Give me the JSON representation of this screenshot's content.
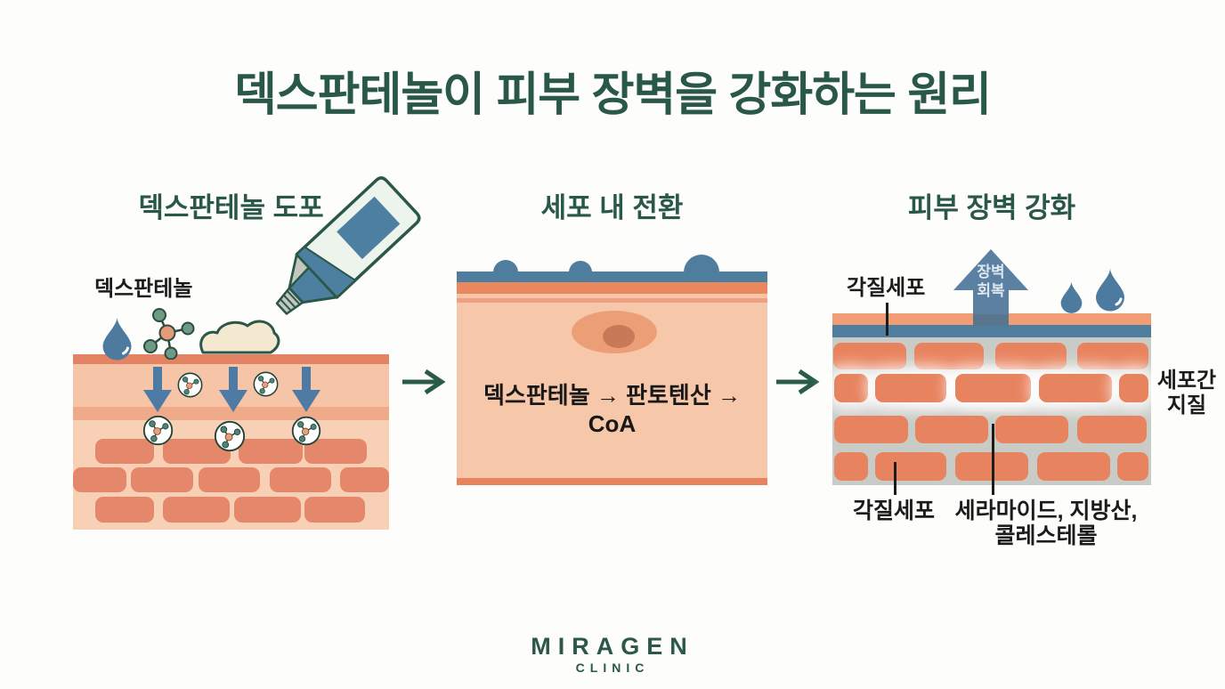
{
  "title": "덱스판테놀이 피부 장벽을 강화하는 원리",
  "panels": {
    "apply": {
      "header": "덱스판테놀 도포",
      "molecule_label": "덱스판테놀"
    },
    "convert": {
      "header": "세포 내 전환",
      "reaction": "덱스판테놀 → 판토텐산 → CoA"
    },
    "strengthen": {
      "header": "피부 장벽 강화",
      "barrier_arrow_line1": "장벽",
      "barrier_arrow_line2": "회복",
      "label_corneocyte_top": "각질세포",
      "label_intercellular_line1": "세포간",
      "label_intercellular_line2": "지질",
      "label_corneocyte_bottom": "각질세포",
      "label_lipids_line1": "세라마이드, 지방산,",
      "label_lipids_line2": "콜레스테롤"
    }
  },
  "footer": {
    "brand": "MIRAGEN",
    "brand_sub": "CLINIC"
  },
  "colors": {
    "brand_green": "#2a5848",
    "arrow_green": "#2a5c49",
    "barrier_blue": "#4f7d9e",
    "penetration_arrow_blue": "#4d7ba3",
    "skin_strip": "#e28463",
    "skin_light": "#f6c5a7",
    "brick_salmon": "#e5876a",
    "brick_orange": "#e8835f",
    "matrix_gray": "#c9cbc7",
    "cream": "#f4e8d1",
    "tube_mint": "#ecf4ec",
    "text_black": "#1b1b1b"
  }
}
